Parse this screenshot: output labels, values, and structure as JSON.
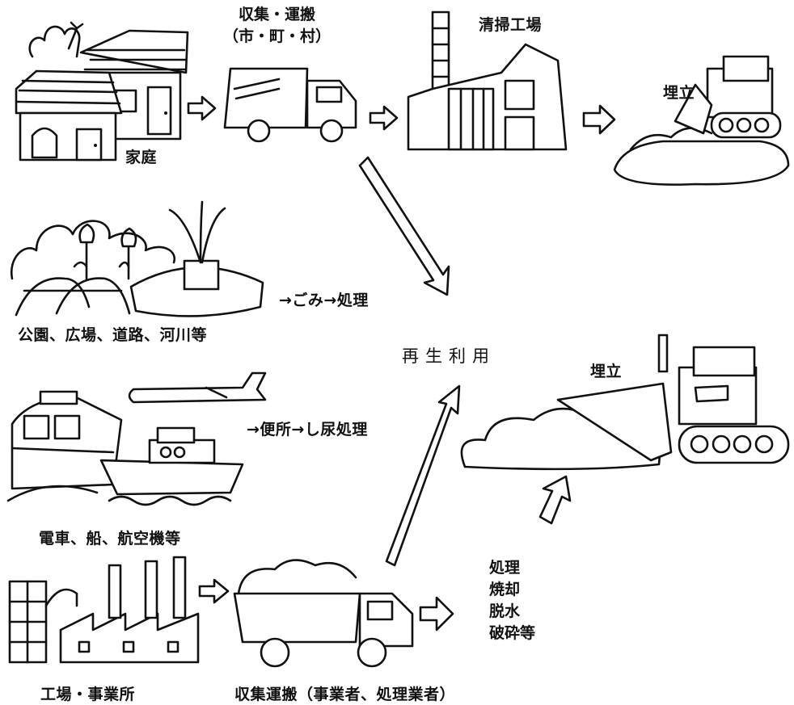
{
  "labels": {
    "household": "家庭",
    "collect_municipal_line1": "収集・運搬",
    "collect_municipal_line2": "（市・町・村）",
    "incineration_plant": "清掃工場",
    "landfill_top": "埋立",
    "parks": "公園、広場、道路、河川等",
    "garbage_process": "→ごみ→処理",
    "recycle": "再生利用",
    "transport": "電車、船、航空機等",
    "toilet_process": "→便所→し尿処理",
    "landfill_bottom": "埋立",
    "factory": "工場・事業所",
    "collect_business": "収集運搬（事業者、処理業者）"
  },
  "treatment_list": [
    "処理",
    "焼却",
    "脱水",
    "破砕等"
  ]
}
